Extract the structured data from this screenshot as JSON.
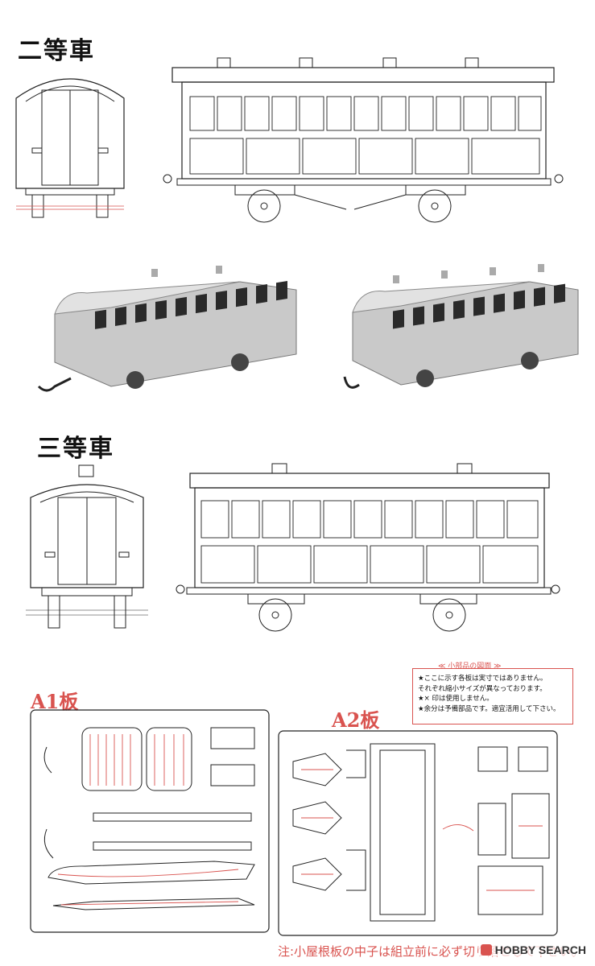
{
  "sections": {
    "second_class": "二等車",
    "third_class": "三等車"
  },
  "sheets": {
    "a1": "A1板",
    "a2": "A2板"
  },
  "notes": {
    "title": "≪ 小部品の図面 ≫",
    "lines": [
      "★ここに示す各板は実寸ではありません。",
      "それぞれ縮小サイズが異なっております。",
      "★× 印は使用しません。",
      "★余分は予備部品です。適宜活用して下さい。"
    ]
  },
  "footer": {
    "note": "注:小屋根板の中子は組立前に必ず切り落として下さい。"
  },
  "watermark": {
    "text": "HOBBY SEARCH"
  },
  "colors": {
    "ink": "#222222",
    "red": "#d9534f",
    "photo_body": "#c9c9c9",
    "photo_dark": "#2a2a2a"
  }
}
